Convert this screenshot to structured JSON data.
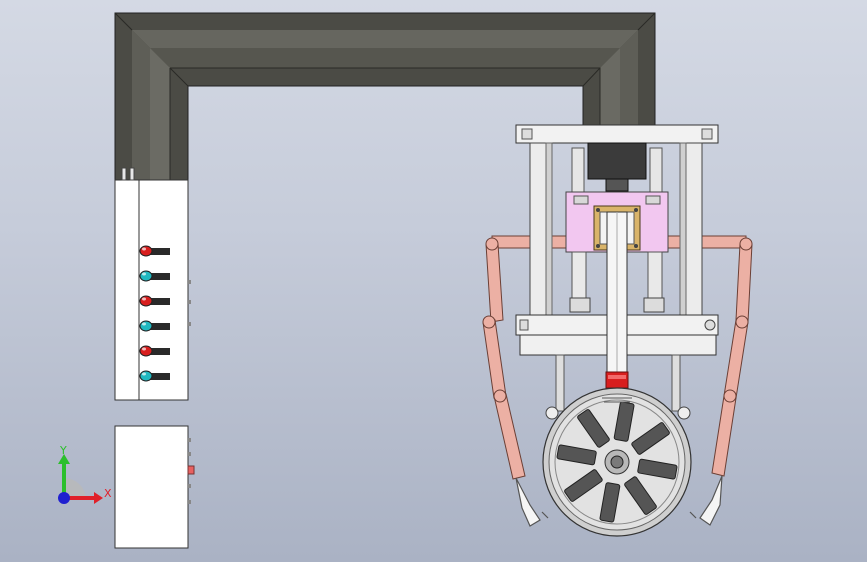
{
  "triad": {
    "x_label": "X",
    "y_label": "Y",
    "x_color": "#e0202a",
    "y_color": "#2bbf2b",
    "z_color": "#2020d0"
  },
  "colors": {
    "duct_front": "#4a4a44",
    "duct_side": "#5e5e58",
    "control_box": "#ffffff",
    "frame": "#ededed",
    "carriage": "#f2c7f0",
    "bracket": "#d9b46a",
    "linkage": "#ecb0a4",
    "disc": "#d8d8d8",
    "blade": "#555555",
    "motor": "#3a3a3a",
    "red_light": "#d81e1e",
    "cyan_light": "#20b8c0"
  },
  "indicators": [
    {
      "color": "red"
    },
    {
      "color": "cyan"
    },
    {
      "color": "red"
    },
    {
      "color": "cyan"
    },
    {
      "color": "red"
    },
    {
      "color": "cyan"
    }
  ]
}
